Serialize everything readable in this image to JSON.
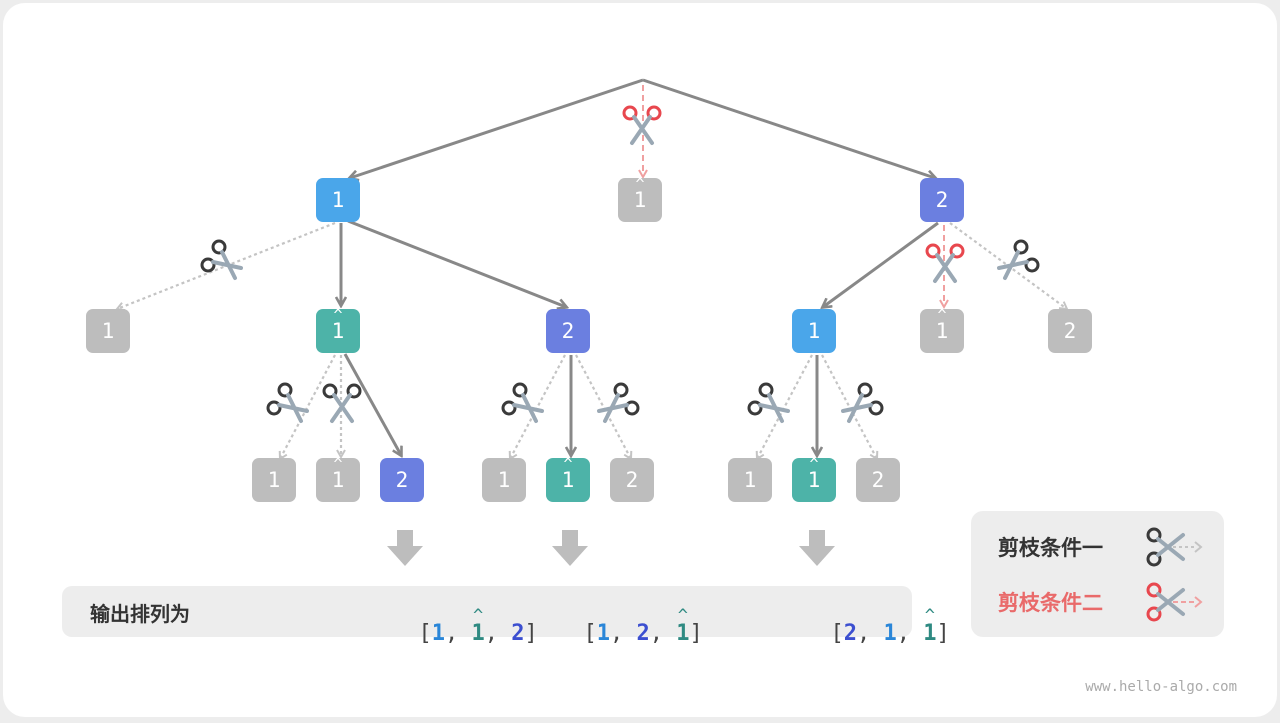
{
  "nodes": {
    "l1_1": "1",
    "l1_hat1": "1",
    "l1_2": "2",
    "l2_a_1": "1",
    "l2_a_hat1": "1",
    "l2_b_2": "2",
    "l2_c_1": "1",
    "l2_c_hat1": "1",
    "l2_c_2": "2",
    "l3_a_1": "1",
    "l3_a_hat1": "1",
    "l3_a_2": "2",
    "l3_b_1": "1",
    "l3_b_hat1": "1",
    "l3_b_2": "2",
    "l3_c_1": "1",
    "l3_c_hat1": "1",
    "l3_c_2": "2"
  },
  "hat_symbol": "^",
  "output": {
    "label": "输出排列为",
    "perm1": [
      "1",
      "1",
      "2"
    ],
    "perm2": [
      "1",
      "2",
      "1"
    ],
    "perm3": [
      "2",
      "1",
      "1"
    ],
    "open": "[",
    "close": "]",
    "sep": ","
  },
  "legend": {
    "cond1": "剪枝条件一",
    "cond2": "剪枝条件二"
  },
  "colors": {
    "blue": "#4aa6ea",
    "purple": "#6b7fe0",
    "teal": "#4db3a8",
    "gray": "#bdbdbd",
    "edge": "#888888",
    "pruned_edge": "#c4c4c4",
    "scissors_dark": "#3a3a3a",
    "scissors_red": "#e8474e",
    "pruned_red": "#f0a0a0"
  },
  "watermark": "www.hello-algo.com"
}
